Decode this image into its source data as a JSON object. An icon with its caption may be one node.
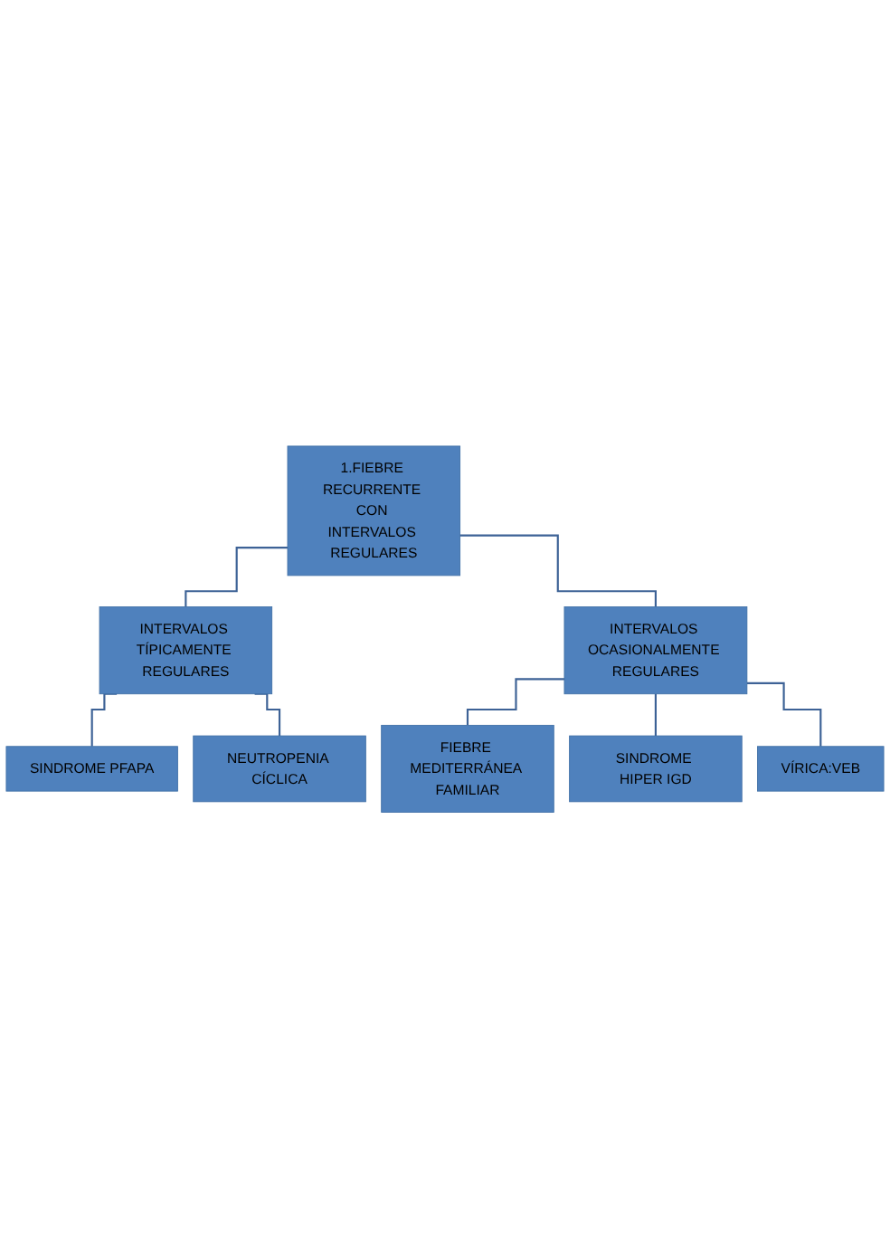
{
  "diagram": {
    "nodes": [
      {
        "text": [
          "1.FIEBRE RECURRENTE CON INTERVALOS REGULARES"
        ]
      },
      {
        "text": [
          "INTERVALOS TÍPICAMENTE REGULARES"
        ]
      },
      {
        "text": [
          "SINDROME PFAPA"
        ]
      },
      {
        "text": [
          "NEUTROPENIA CÍCLICA"
        ]
      },
      {
        "text": [
          "INTERVALOS OCASIONALMENTE REGULARES"
        ]
      },
      {
        "text": [
          "FIEBRE MEDITERRÁNEA FAMILIAR"
        ]
      },
      {
        "text": [
          "SINDROME HIPER IGD"
        ]
      },
      {
        "text": [
          "VÍRICA:VEB"
        ]
      }
    ],
    "edges": [
      {
        "from": 0,
        "to": 1,
        "arrow": "none"
      },
      {
        "from": 0,
        "to": 4,
        "arrow": "none"
      },
      {
        "from": 1,
        "to": 2,
        "arrow": "none"
      },
      {
        "from": 1,
        "to": 3,
        "arrow": "none"
      },
      {
        "from": 4,
        "to": 5,
        "arrow": "none"
      },
      {
        "from": 4,
        "to": 6,
        "arrow": "none"
      },
      {
        "from": 4,
        "to": 7,
        "arrow": "none"
      }
    ]
  }
}
